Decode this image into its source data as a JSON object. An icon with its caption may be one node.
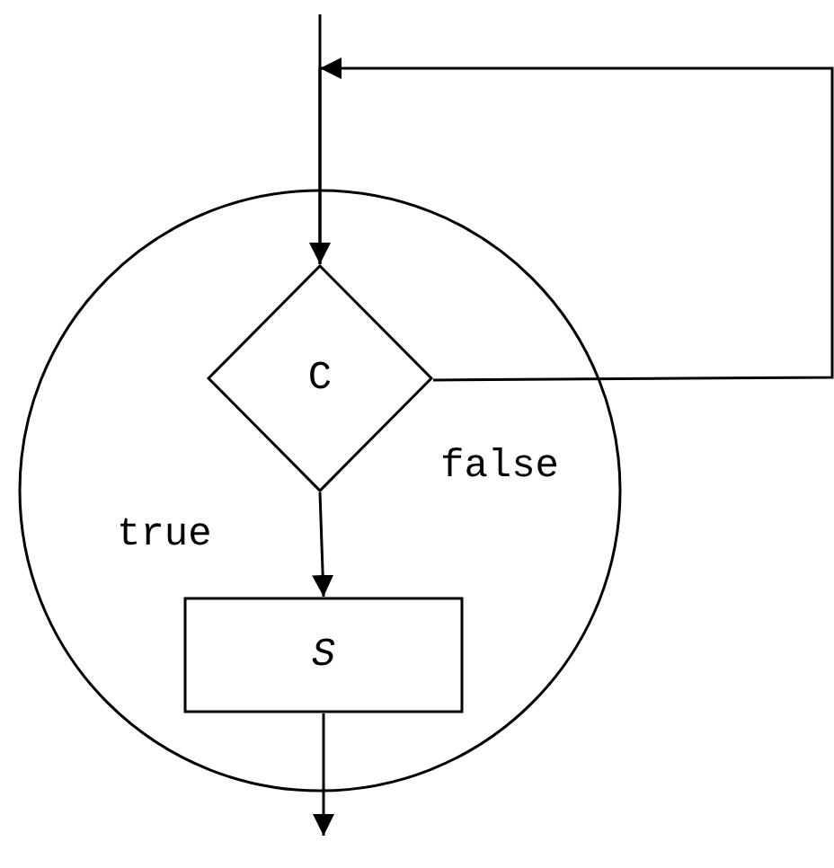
{
  "diagram": {
    "nodes": [
      {
        "text": [],
        "shape": "circle"
      },
      {
        "text": [
          "C"
        ],
        "in": 0
      },
      {
        "text": [
          "S"
        ],
        "in": 0
      }
    ],
    "edges": [
      {
        "from": null,
        "to": 1,
        "arrow": "to"
      },
      {
        "from": 1,
        "to": 2,
        "label": "true",
        "arrow": "to"
      },
      {
        "from": 1,
        "to": 1,
        "label": "false",
        "arrow": "to"
      },
      {
        "from": 2,
        "to": null,
        "arrow": "to"
      }
    ]
  }
}
